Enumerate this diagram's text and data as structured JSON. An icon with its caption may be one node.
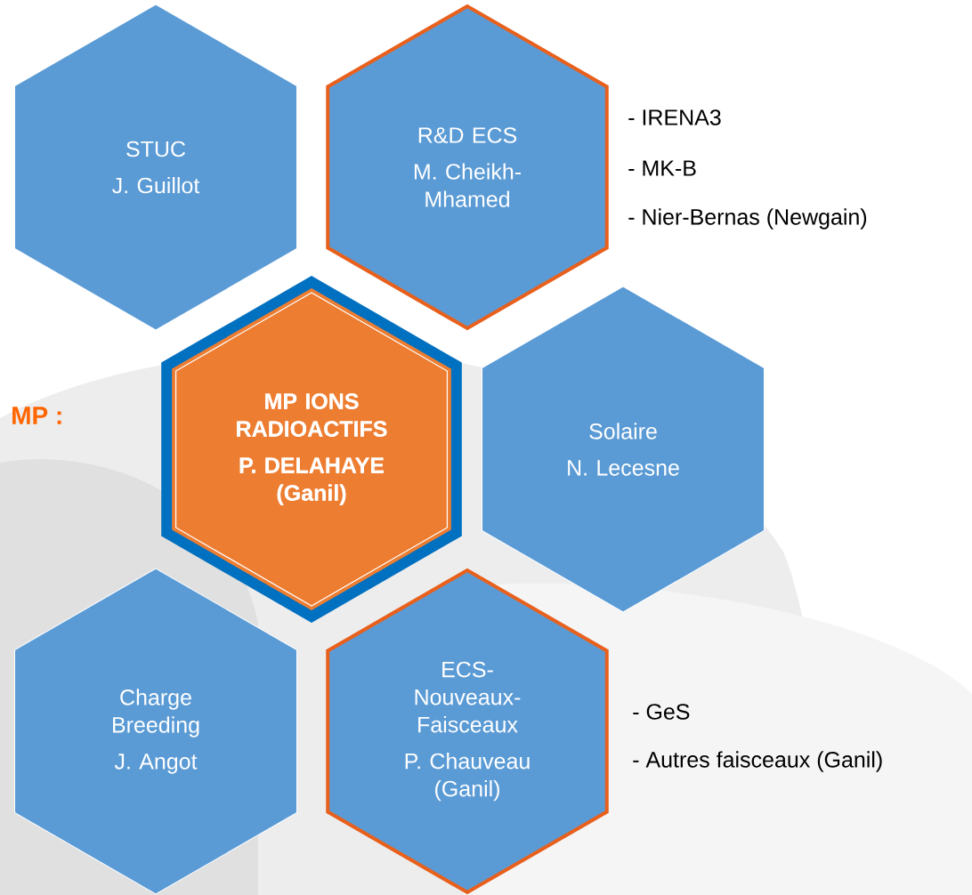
{
  "diagram": {
    "nodes": [
      {
        "text": [
          "STUC",
          "J. Guillot"
        ]
      },
      {
        "text": [
          "R&D ECS",
          "M. Cheikh-Mhamed"
        ],
        "beside": [
          "- IRENA3",
          "- MK-B",
          "- Nier-Bernas (Newgain)"
        ]
      },
      {
        "text": [
          "MP IONS RADIOACTIFS",
          "P. DELAHAYE (Ganil)"
        ]
      },
      {
        "text": [
          "Solaire",
          "N. Lecesne"
        ]
      },
      {
        "text": [
          "Charge Breeding",
          "J. Angot"
        ]
      },
      {
        "text": [
          "ECS-Nouveaux-Faisceaux",
          "P. Chauveau (Ganil)"
        ],
        "beside": [
          "- GeS",
          "- Autres faisceaux (Ganil)"
        ]
      }
    ],
    "labels": [
      "MP :"
    ]
  }
}
